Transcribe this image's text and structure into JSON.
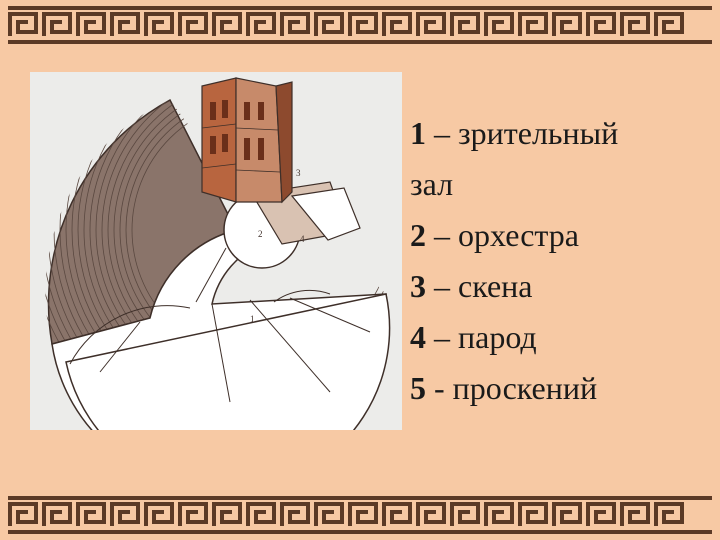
{
  "legend": {
    "items": [
      {
        "num": "1",
        "sep": " – ",
        "text": "зрительный"
      },
      {
        "num": "",
        "sep": "",
        "text": "зал"
      },
      {
        "num": "2",
        "sep": " – ",
        "text": "орхестра"
      },
      {
        "num": "3",
        "sep": " – ",
        "text": "скена"
      },
      {
        "num": "4",
        "sep": " – ",
        "text": "парод"
      },
      {
        "num": "5",
        "sep": " - ",
        "text": "проскений"
      }
    ]
  },
  "diagram": {
    "labels": {
      "l1": "1",
      "l2": "2",
      "l3": "3",
      "l4": "4"
    }
  },
  "colors": {
    "background": "#f7c9a4",
    "meander": "#5b3a26",
    "seating_dark": "#8a746a",
    "seating_light": "#ffffff",
    "building": "#b8653f"
  }
}
